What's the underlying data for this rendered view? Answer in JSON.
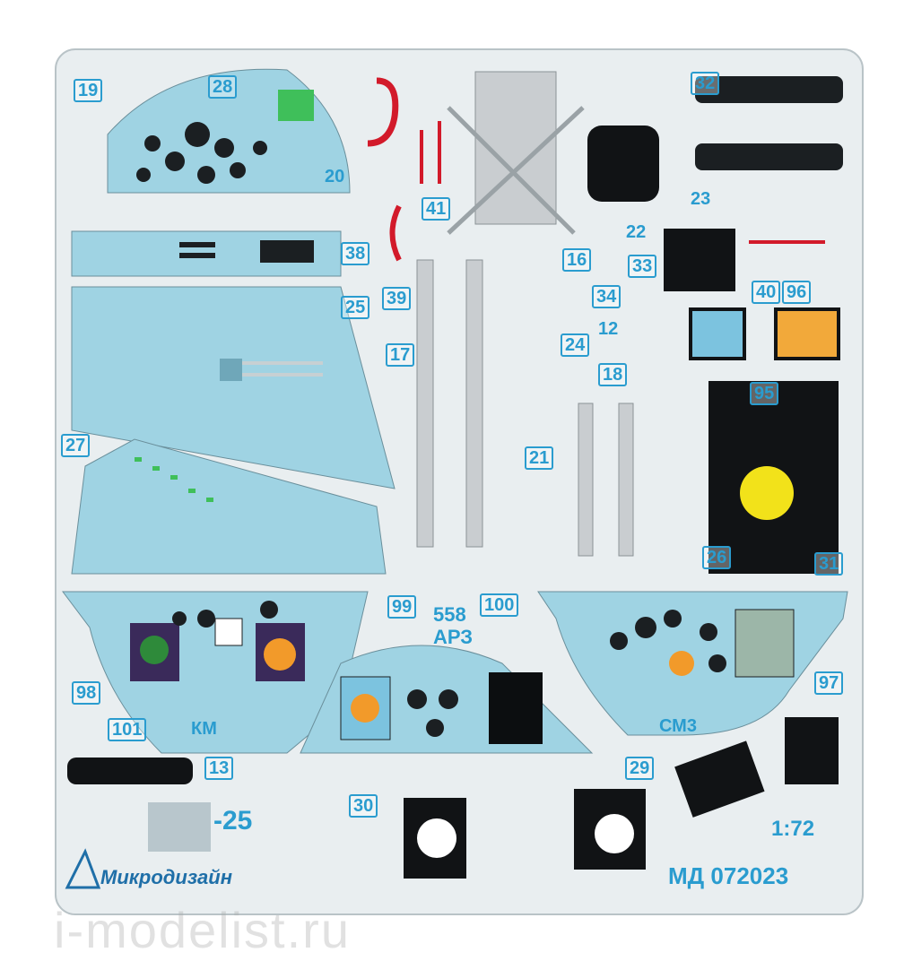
{
  "part_numbers": [
    "19",
    "28",
    "20",
    "41",
    "32",
    "23",
    "22",
    "33",
    "40",
    "96",
    "38",
    "25",
    "39",
    "16",
    "34",
    "24",
    "12",
    "17",
    "18",
    "95",
    "27",
    "21",
    "26",
    "31",
    "99",
    "100",
    "98",
    "101",
    "13",
    "29",
    "97",
    "30"
  ],
  "sheet_text": {
    "code_558": "558",
    "code_ar3": "АРЗ",
    "label_km": "КМ",
    "label_sm3": "СМ3",
    "title_suffix": "-25",
    "scale": "1:72",
    "article": "МД 072023",
    "maker": "Микродизайн"
  },
  "watermark": "i-modelist.ru",
  "colors": {
    "panel_blue": "#9fd3e3",
    "fret_grey": "#e9eef0",
    "label_blue": "#2a9ccf",
    "dial_black": "#1b1f22",
    "accent_red": "#d21a2a",
    "indicator_yellow": "#f2e21a"
  }
}
